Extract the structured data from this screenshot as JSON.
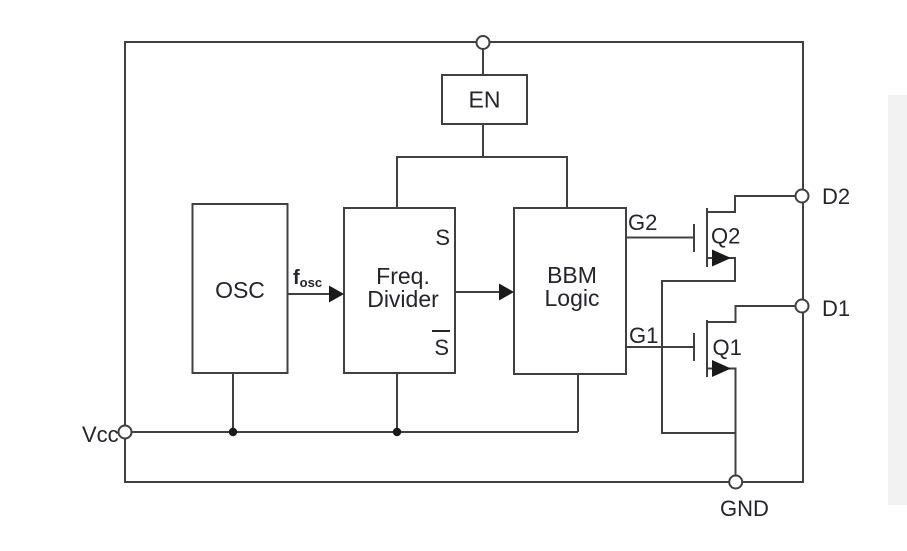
{
  "diagram": {
    "type": "ic-functional-block-diagram",
    "blocks": {
      "en": {
        "label": "EN"
      },
      "osc": {
        "label": "OSC"
      },
      "freq_divider": {
        "label_line1": "Freq.",
        "label_line2": "Divider",
        "output_top": "S",
        "output_bottom": "S",
        "output_bottom_has_overline": true
      },
      "bbm_logic": {
        "label_line1": "BBM",
        "label_line2": "Logic",
        "output_top": "G2",
        "output_bottom": "G1"
      }
    },
    "transistors": {
      "q2": {
        "label": "Q2"
      },
      "q1": {
        "label": "Q1"
      }
    },
    "signals": {
      "fosc_base": "f",
      "fosc_subscript": "osc"
    },
    "pins": {
      "vcc": {
        "label": "Vcc"
      },
      "gnd": {
        "label": "GND"
      },
      "d2": {
        "label": "D2"
      },
      "d1": {
        "label": "D1"
      }
    },
    "colors": {
      "line": "#404040",
      "text": "#24242c",
      "arrow_fill": "#1a1a1a",
      "background": "#ffffff",
      "page_edge_strip": "#f2f2f2"
    }
  }
}
